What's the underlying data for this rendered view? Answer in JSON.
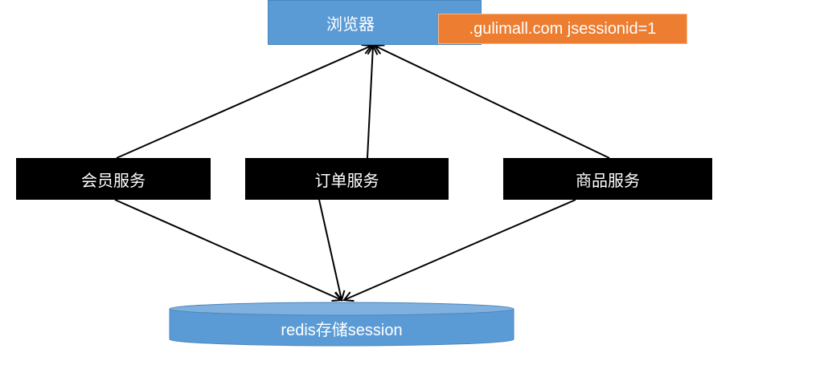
{
  "browser": {
    "label": "浏览器"
  },
  "cookie": {
    "label": ".gulimall.com  jsessionid=1"
  },
  "services": {
    "member": {
      "label": "会员服务"
    },
    "order": {
      "label": "订单服务"
    },
    "goods": {
      "label": "商品服务"
    }
  },
  "redis": {
    "label": "redis存储session"
  },
  "colors": {
    "browser_fill": "#5b9bd5",
    "cookie_fill": "#ed7d31",
    "service_fill": "#000000",
    "redis_fill": "#5b9bd5"
  }
}
